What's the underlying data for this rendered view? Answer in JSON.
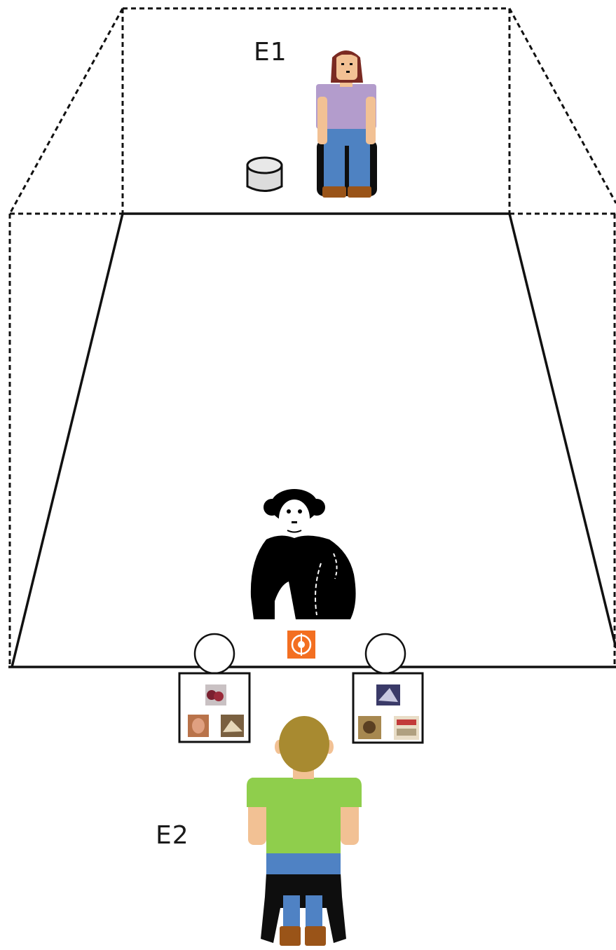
{
  "labels": {
    "e1": "E1",
    "e2": "E2"
  },
  "colors": {
    "line": "#111111",
    "background": "#ffffff",
    "e1_shirt": "#b39ccc",
    "e1_pants": "#4e82c2",
    "e1_hair": "#7a2a22",
    "skin": "#f2c194",
    "shoes": "#9a5418",
    "e2_shirt": "#8fce4c",
    "e2_hair": "#a88a30",
    "e2_pants": "#4f82c4",
    "chair": "#0e0e0e",
    "bucket": "#dcdcdc",
    "button": "#f36f21",
    "chimp": "#000000"
  },
  "icons": {
    "bucket": "bucket-icon",
    "button": "button-icon",
    "chimpanzee": "chimpanzee-icon",
    "experimenter_1": "seated-woman-icon",
    "experimenter_2": "seated-man-icon",
    "left_board": "photo-board-left",
    "right_board": "photo-board-right"
  }
}
